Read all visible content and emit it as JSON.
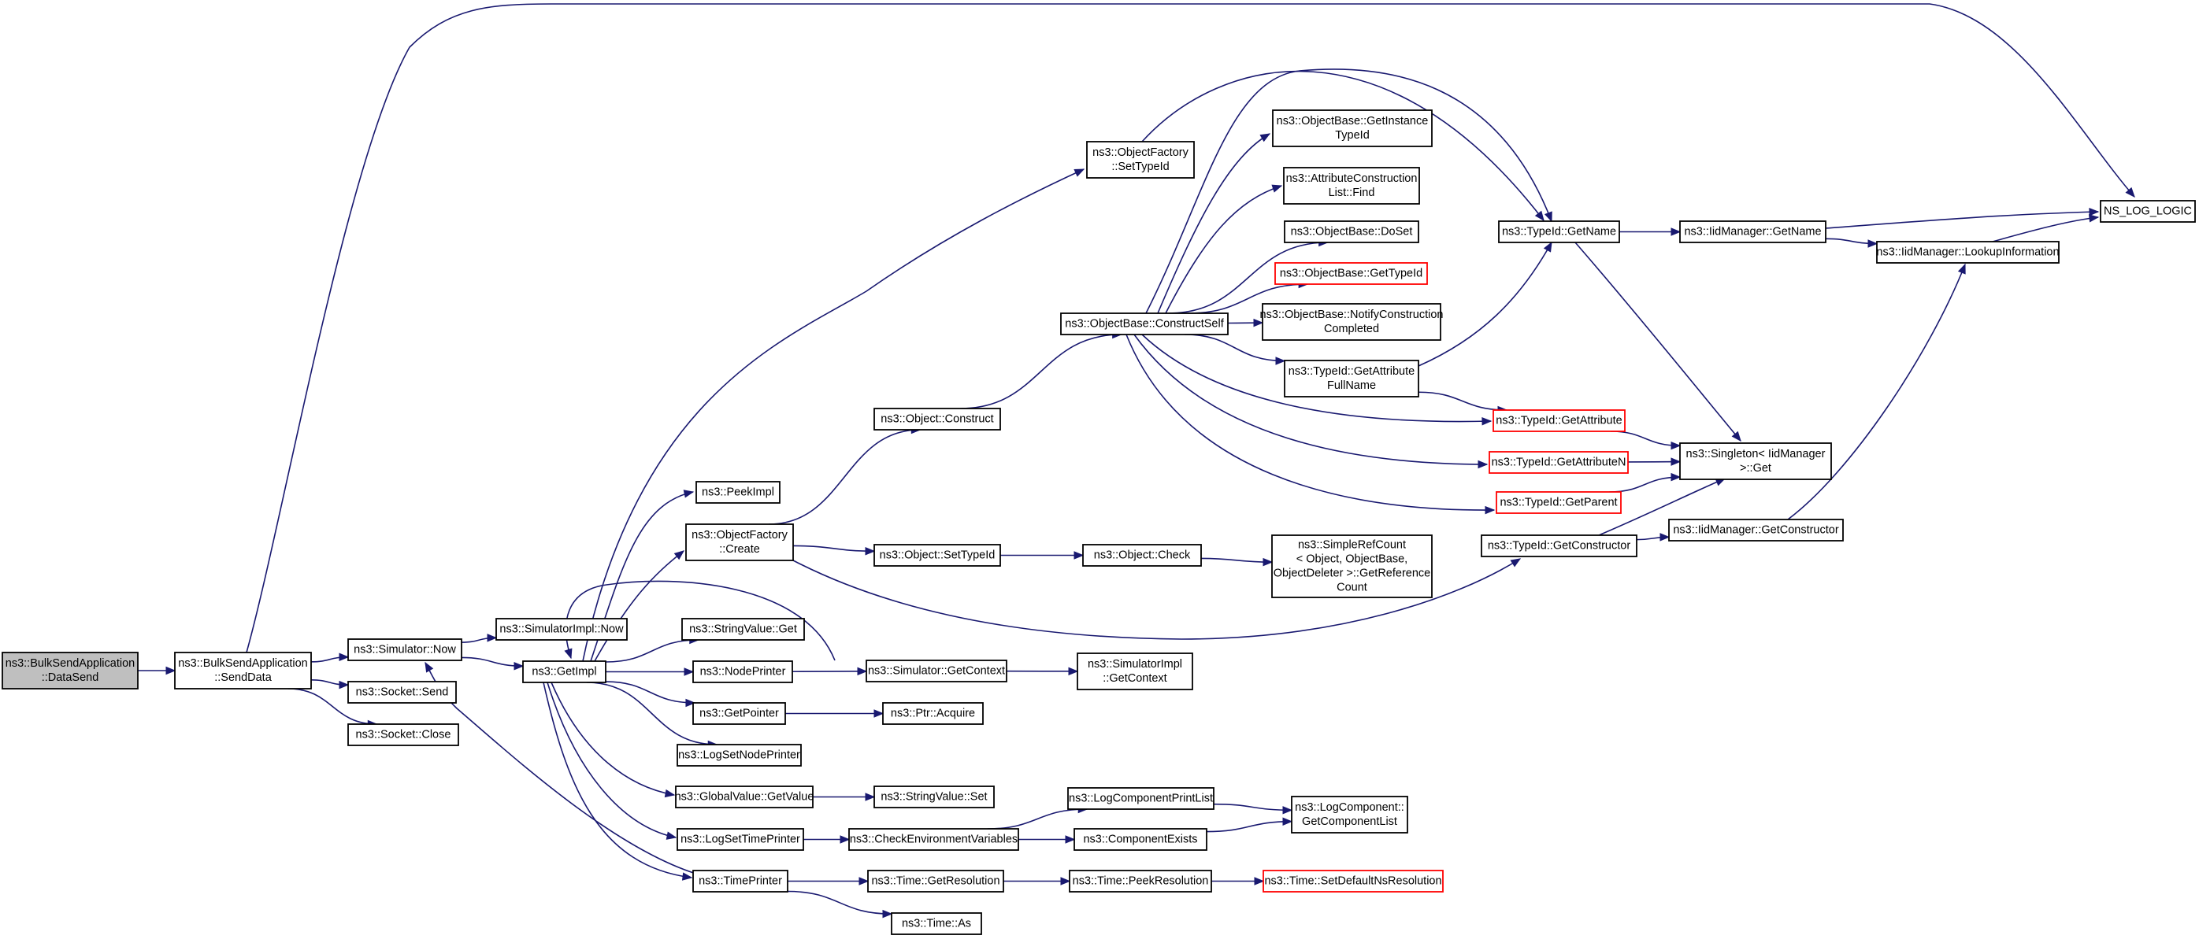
{
  "nodes": [
    {
      "id": "n0",
      "name": "node-bulksend-datasend",
      "lines": [
        "ns3::BulkSendApplication",
        "::DataSend"
      ],
      "style": "root"
    },
    {
      "id": "n1",
      "name": "node-bulksend-senddata",
      "lines": [
        "ns3::BulkSendApplication",
        "::SendData"
      ],
      "style": "normal"
    },
    {
      "id": "n2",
      "name": "node-simulator-now",
      "lines": [
        "ns3::Simulator::Now"
      ],
      "style": "normal"
    },
    {
      "id": "n3",
      "name": "node-socket-send",
      "lines": [
        "ns3::Socket::Send"
      ],
      "style": "normal"
    },
    {
      "id": "n4",
      "name": "node-socket-close",
      "lines": [
        "ns3::Socket::Close"
      ],
      "style": "normal"
    },
    {
      "id": "n5",
      "name": "node-simulatorimpl-now",
      "lines": [
        "ns3::SimulatorImpl::Now"
      ],
      "style": "normal"
    },
    {
      "id": "n6",
      "name": "node-getimpl",
      "lines": [
        "ns3::GetImpl"
      ],
      "style": "normal"
    },
    {
      "id": "n7",
      "name": "node-peekimpl",
      "lines": [
        "ns3::PeekImpl"
      ],
      "style": "normal"
    },
    {
      "id": "n8",
      "name": "node-objectfactory-create",
      "lines": [
        "ns3::ObjectFactory",
        "::Create"
      ],
      "style": "normal"
    },
    {
      "id": "n9",
      "name": "node-stringvalue-get",
      "lines": [
        "ns3::StringValue::Get"
      ],
      "style": "normal"
    },
    {
      "id": "n10",
      "name": "node-nodeprinter",
      "lines": [
        "ns3::NodePrinter"
      ],
      "style": "normal"
    },
    {
      "id": "n11",
      "name": "node-getpointer",
      "lines": [
        "ns3::GetPointer"
      ],
      "style": "normal"
    },
    {
      "id": "n12",
      "name": "node-logsetnodeprinter",
      "lines": [
        "ns3::LogSetNodePrinter"
      ],
      "style": "normal"
    },
    {
      "id": "n13",
      "name": "node-globalvalue-getvalue",
      "lines": [
        "ns3::GlobalValue::GetValue"
      ],
      "style": "normal"
    },
    {
      "id": "n14",
      "name": "node-logsettimeprinter",
      "lines": [
        "ns3::LogSetTimePrinter"
      ],
      "style": "normal"
    },
    {
      "id": "n15",
      "name": "node-timeprinter",
      "lines": [
        "ns3::TimePrinter"
      ],
      "style": "normal"
    },
    {
      "id": "n16",
      "name": "node-objectfactory-settypeid",
      "lines": [
        "ns3::ObjectFactory",
        "::SetTypeId"
      ],
      "style": "normal"
    },
    {
      "id": "n17",
      "name": "node-object-construct",
      "lines": [
        "ns3::Object::Construct"
      ],
      "style": "normal"
    },
    {
      "id": "n18",
      "name": "node-object-settypeid",
      "lines": [
        "ns3::Object::SetTypeId"
      ],
      "style": "normal"
    },
    {
      "id": "n19",
      "name": "node-simulator-getcontext",
      "lines": [
        "ns3::Simulator::GetContext"
      ],
      "style": "normal"
    },
    {
      "id": "n20",
      "name": "node-ptr-acquire",
      "lines": [
        "ns3::Ptr::Acquire"
      ],
      "style": "normal"
    },
    {
      "id": "n21",
      "name": "node-stringvalue-set",
      "lines": [
        "ns3::StringValue::Set"
      ],
      "style": "normal"
    },
    {
      "id": "n22",
      "name": "node-checkenvironmentvariables",
      "lines": [
        "ns3::CheckEnvironmentVariables"
      ],
      "style": "normal"
    },
    {
      "id": "n23",
      "name": "node-time-getresolution",
      "lines": [
        "ns3::Time::GetResolution"
      ],
      "style": "normal"
    },
    {
      "id": "n24",
      "name": "node-time-as",
      "lines": [
        "ns3::Time::As"
      ],
      "style": "normal"
    },
    {
      "id": "n25",
      "name": "node-objectbase-constructself",
      "lines": [
        "ns3::ObjectBase::ConstructSelf"
      ],
      "style": "normal"
    },
    {
      "id": "n26",
      "name": "node-object-check",
      "lines": [
        "ns3::Object::Check"
      ],
      "style": "normal"
    },
    {
      "id": "n27",
      "name": "node-simulatorimpl-getcontext",
      "lines": [
        "ns3::SimulatorImpl",
        "::GetContext"
      ],
      "style": "normal"
    },
    {
      "id": "n28",
      "name": "node-logcomponentprintlist",
      "lines": [
        "ns3::LogComponentPrintList"
      ],
      "style": "normal"
    },
    {
      "id": "n29",
      "name": "node-componentexists",
      "lines": [
        "ns3::ComponentExists"
      ],
      "style": "normal"
    },
    {
      "id": "n30",
      "name": "node-time-peekresolution",
      "lines": [
        "ns3::Time::PeekResolution"
      ],
      "style": "normal"
    },
    {
      "id": "n31",
      "name": "node-objectbase-getinstancetypeid",
      "lines": [
        "ns3::ObjectBase::GetInstance",
        "TypeId"
      ],
      "style": "normal"
    },
    {
      "id": "n32",
      "name": "node-attributeconstructionlist-find",
      "lines": [
        "ns3::AttributeConstruction",
        "List::Find"
      ],
      "style": "normal"
    },
    {
      "id": "n33",
      "name": "node-objectbase-doset",
      "lines": [
        "ns3::ObjectBase::DoSet"
      ],
      "style": "normal"
    },
    {
      "id": "n34",
      "name": "node-objectbase-gettypeid",
      "lines": [
        "ns3::ObjectBase::GetTypeId"
      ],
      "style": "red"
    },
    {
      "id": "n35",
      "name": "node-objectbase-notifyconstructioncompleted",
      "lines": [
        "ns3::ObjectBase::NotifyConstruction",
        "Completed"
      ],
      "style": "normal"
    },
    {
      "id": "n36",
      "name": "node-typeid-getattributefullname",
      "lines": [
        "ns3::TypeId::GetAttribute",
        "FullName"
      ],
      "style": "normal"
    },
    {
      "id": "n37",
      "name": "node-simplerefcount-getreferencecount",
      "lines": [
        "ns3::SimpleRefCount",
        "< Object, ObjectBase,",
        "ObjectDeleter >::GetReference",
        "Count"
      ],
      "style": "normal"
    },
    {
      "id": "n38",
      "name": "node-logcomponent-getcomponentlist",
      "lines": [
        "ns3::LogComponent::",
        "GetComponentList"
      ],
      "style": "normal"
    },
    {
      "id": "n39",
      "name": "node-time-setdefaultnsresolution",
      "lines": [
        "ns3::Time::SetDefaultNsResolution"
      ],
      "style": "red"
    },
    {
      "id": "n40",
      "name": "node-typeid-getname",
      "lines": [
        "ns3::TypeId::GetName"
      ],
      "style": "normal"
    },
    {
      "id": "n41",
      "name": "node-typeid-getattribute",
      "lines": [
        "ns3::TypeId::GetAttribute"
      ],
      "style": "red"
    },
    {
      "id": "n42",
      "name": "node-typeid-getattributen",
      "lines": [
        "ns3::TypeId::GetAttributeN"
      ],
      "style": "red"
    },
    {
      "id": "n43",
      "name": "node-typeid-getparent",
      "lines": [
        "ns3::TypeId::GetParent"
      ],
      "style": "red"
    },
    {
      "id": "n44",
      "name": "node-typeid-getconstructor",
      "lines": [
        "ns3::TypeId::GetConstructor"
      ],
      "style": "normal"
    },
    {
      "id": "n45",
      "name": "node-iidmanager-getname",
      "lines": [
        "ns3::IidManager::GetName"
      ],
      "style": "normal"
    },
    {
      "id": "n46",
      "name": "node-singleton-iidmanager-get",
      "lines": [
        "ns3::Singleton< IidManager",
        ">::Get"
      ],
      "style": "normal"
    },
    {
      "id": "n47",
      "name": "node-iidmanager-getconstructor",
      "lines": [
        "ns3::IidManager::GetConstructor"
      ],
      "style": "normal"
    },
    {
      "id": "n48",
      "name": "node-iidmanager-lookupinformation",
      "lines": [
        "ns3::IidManager::LookupInformation"
      ],
      "style": "normal"
    },
    {
      "id": "n49",
      "name": "node-ns-log-logic",
      "lines": [
        "NS_LOG_LOGIC"
      ],
      "style": "normal"
    }
  ],
  "edges": [
    [
      "n0",
      "n1"
    ],
    [
      "n1",
      "n2"
    ],
    [
      "n1",
      "n3"
    ],
    [
      "n1",
      "n4"
    ],
    [
      "n1",
      "n49"
    ],
    [
      "n2",
      "n5"
    ],
    [
      "n2",
      "n6"
    ],
    [
      "n6",
      "n7"
    ],
    [
      "n6",
      "n8"
    ],
    [
      "n6",
      "n9"
    ],
    [
      "n6",
      "n10"
    ],
    [
      "n6",
      "n11"
    ],
    [
      "n6",
      "n12"
    ],
    [
      "n6",
      "n13"
    ],
    [
      "n6",
      "n14"
    ],
    [
      "n6",
      "n15"
    ],
    [
      "n6",
      "n16"
    ],
    [
      "n8",
      "n17"
    ],
    [
      "n8",
      "n18"
    ],
    [
      "n8",
      "n44"
    ],
    [
      "n10",
      "n19"
    ],
    [
      "n11",
      "n20"
    ],
    [
      "n13",
      "n21"
    ],
    [
      "n14",
      "n22"
    ],
    [
      "n15",
      "n23"
    ],
    [
      "n15",
      "n24"
    ],
    [
      "n15",
      "n2"
    ],
    [
      "n16",
      "n40"
    ],
    [
      "n17",
      "n25"
    ],
    [
      "n18",
      "n26"
    ],
    [
      "n19",
      "n27"
    ],
    [
      "n19",
      "n6"
    ],
    [
      "n22",
      "n28"
    ],
    [
      "n22",
      "n29"
    ],
    [
      "n23",
      "n30"
    ],
    [
      "n25",
      "n31"
    ],
    [
      "n25",
      "n32"
    ],
    [
      "n25",
      "n33"
    ],
    [
      "n25",
      "n34"
    ],
    [
      "n25",
      "n35"
    ],
    [
      "n25",
      "n36"
    ],
    [
      "n25",
      "n40"
    ],
    [
      "n25",
      "n41"
    ],
    [
      "n25",
      "n42"
    ],
    [
      "n25",
      "n43"
    ],
    [
      "n26",
      "n37"
    ],
    [
      "n28",
      "n38"
    ],
    [
      "n29",
      "n38"
    ],
    [
      "n30",
      "n39"
    ],
    [
      "n36",
      "n40"
    ],
    [
      "n36",
      "n41"
    ],
    [
      "n40",
      "n45"
    ],
    [
      "n40",
      "n46"
    ],
    [
      "n41",
      "n46"
    ],
    [
      "n42",
      "n46"
    ],
    [
      "n43",
      "n46"
    ],
    [
      "n44",
      "n46"
    ],
    [
      "n44",
      "n47"
    ],
    [
      "n45",
      "n48"
    ],
    [
      "n45",
      "n49"
    ],
    [
      "n47",
      "n48"
    ],
    [
      "n48",
      "n49"
    ]
  ]
}
